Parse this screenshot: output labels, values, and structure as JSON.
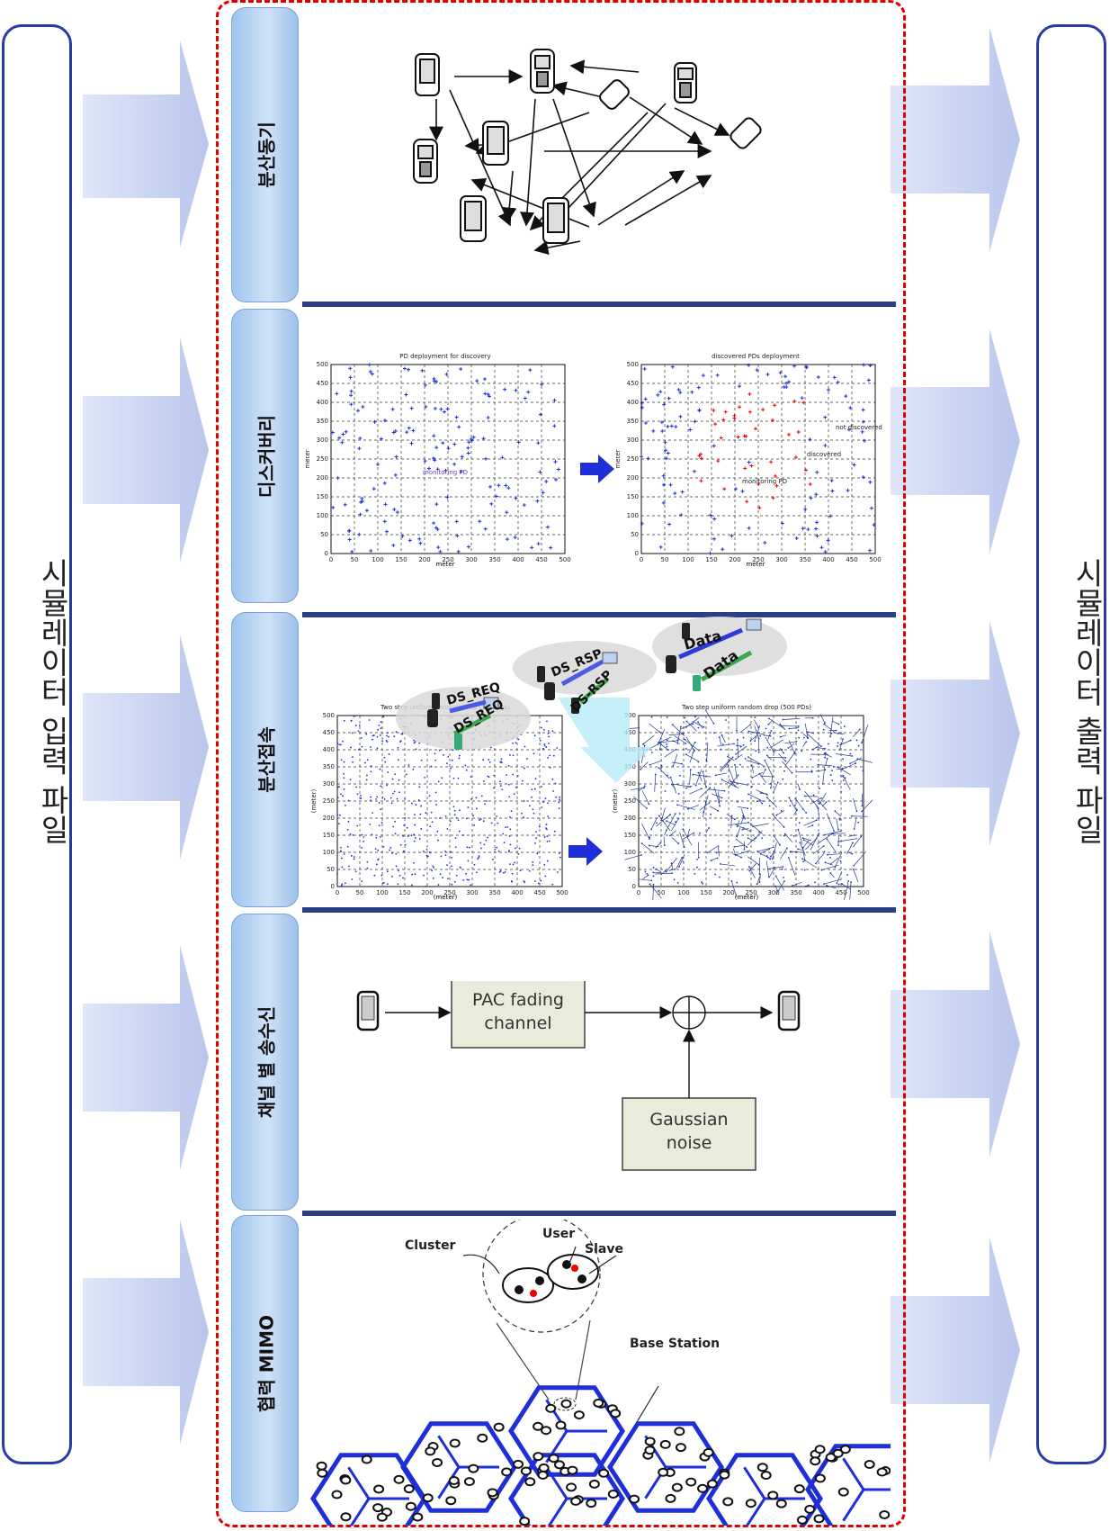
{
  "input_panel": {
    "title": "시뮬레이터 입력 파일"
  },
  "output_panel": {
    "title": "시뮬레이터 출력 파일"
  },
  "sections": [
    {
      "label": "분산동기"
    },
    {
      "label": "디스커버리"
    },
    {
      "label": "분산접속"
    },
    {
      "label": "채널 별 송수신"
    },
    {
      "label": "협력 MIMO"
    }
  ],
  "discovery": {
    "left_title": "PD deployment for discovery",
    "right_title": "discovered PDs deployment",
    "xlabel": "meter",
    "ylabel": "meter",
    "ticks": [
      "0",
      "50",
      "100",
      "150",
      "200",
      "250",
      "300",
      "350",
      "400",
      "450",
      "500"
    ],
    "monitoring_label": "monitoring PD",
    "discovered_label": "discovered",
    "not_discovered_label": "not discovered"
  },
  "access": {
    "left_title": "Two step uniform random drop (500 PDs)",
    "right_title": "Two step uniform random drop (500 PDs)",
    "xlabel": "(meter)",
    "ylabel": "(meter)",
    "msg_ds_req": "DS_REQ",
    "msg_ds_rsp": "DS_RSP",
    "msg_ds_rsp_split": "DS-RSP",
    "msg_data": "Data"
  },
  "channel": {
    "fading_label": "PAC fading channel",
    "noise_label": "Gaussian noise"
  },
  "mimo": {
    "cluster_label": "Cluster",
    "user_label": "User",
    "slave_label": "Slave",
    "base_station_label": "Base Station"
  },
  "colors": {
    "frame": "#e00000",
    "border": "#2a3ba8",
    "accent": "#1f2fd8",
    "separator": "#2c3e86"
  }
}
